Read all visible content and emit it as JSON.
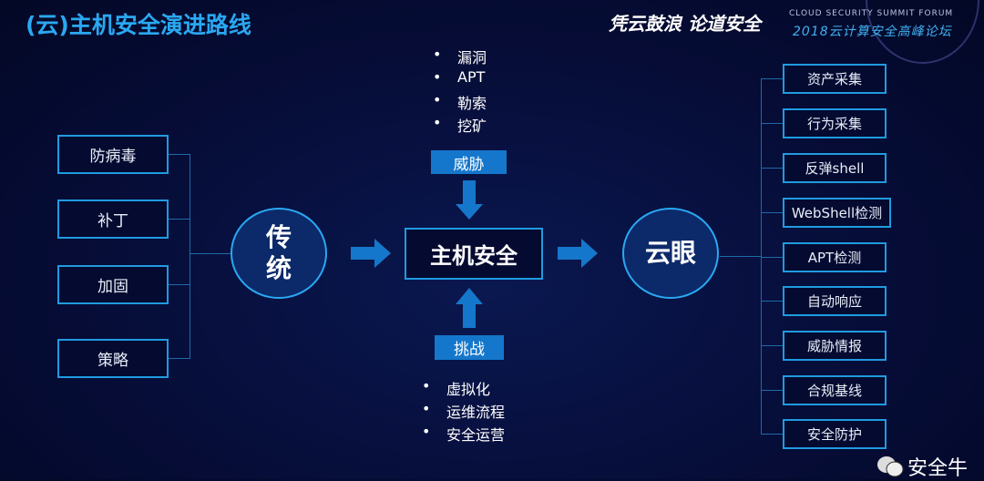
{
  "title": "(云)主机安全演进路线",
  "header": {
    "logo_text": "凭云鼓浪 论道安全",
    "forum_en": "CLOUD SECURITY SUMMIT FORUM",
    "forum_cn": "2018云计算安全高峰论坛"
  },
  "traditional": {
    "label": "传统",
    "items": [
      "防病毒",
      "补丁",
      "加固",
      "策略"
    ]
  },
  "center": {
    "label": "主机安全"
  },
  "threats": {
    "label": "威胁",
    "items": [
      "漏洞",
      "APT",
      "勒索",
      "挖矿"
    ]
  },
  "challenges": {
    "label": "挑战",
    "items": [
      "虚拟化",
      "运维流程",
      "安全运营"
    ]
  },
  "cloud_eye": {
    "label": "云眼",
    "items": [
      "资产采集",
      "行为采集",
      "反弹shell",
      "WebShell检测",
      "APT检测",
      "自动响应",
      "威胁情报",
      "合规基线",
      "安全防护"
    ]
  },
  "watermark": "安全牛",
  "colors": {
    "accent": "#1f9be0",
    "arrow": "#1577cc",
    "background": "#060d38"
  }
}
